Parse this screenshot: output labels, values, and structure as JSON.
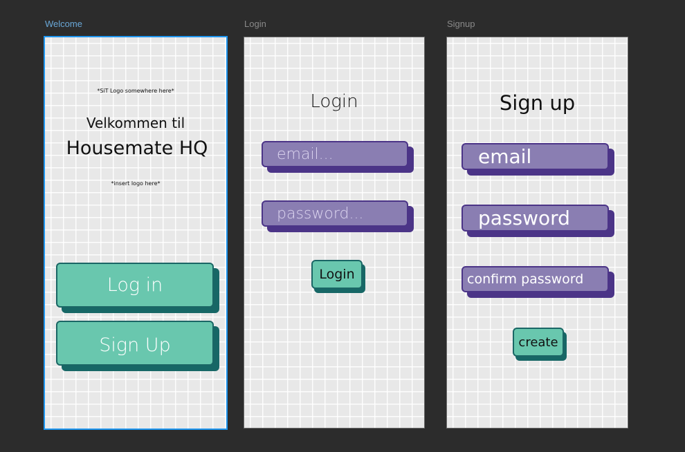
{
  "canvas": {
    "background": "#2c2c2c"
  },
  "colors": {
    "selection": "#1e96f0",
    "teal_face": "#69c7ae",
    "teal_shadow": "#176766",
    "purple_face": "#8a7eb2",
    "purple_shadow": "#4b3487",
    "frame_bg": "#e8e8e8"
  },
  "frames": {
    "welcome": {
      "label": "Welcome",
      "selected": true,
      "sit_logo_note": "*SiT Logo somewhere here*",
      "welcome_line": "Velkommen til",
      "app_name": "Housemate HQ",
      "logo_note": "*insert logo here*",
      "login_button": "Log in",
      "signup_button": "Sign Up"
    },
    "login": {
      "label": "Login",
      "title": "Login",
      "email_placeholder": "email...",
      "password_placeholder": "password...",
      "submit_button": "Login"
    },
    "signup": {
      "label": "Signup",
      "title": "Sign up",
      "email_field": "email",
      "password_field": "password",
      "confirm_password_field": "confirm password",
      "create_button": "create"
    }
  }
}
